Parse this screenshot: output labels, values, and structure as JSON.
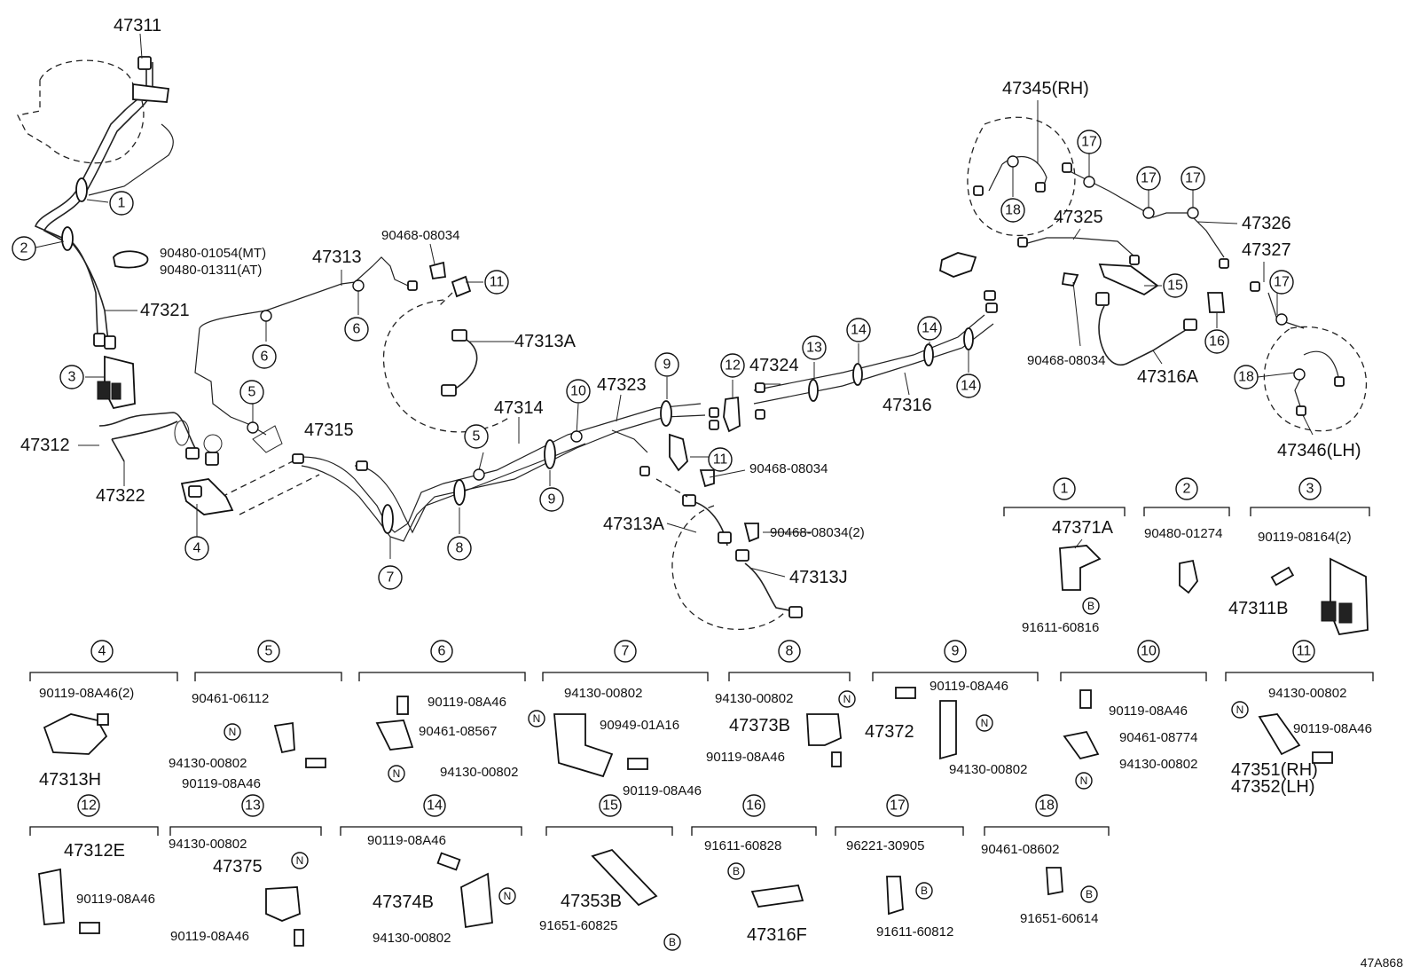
{
  "diagram_id": "47A868",
  "main_labels": {
    "l47311": "47311",
    "l47321": "47321",
    "l47312": "47312",
    "l47322": "47322",
    "l47313": "47313",
    "l47313a_top": "47313A",
    "l90468_top": "90468-08034",
    "l90480_mt": "90480-01054(MT)",
    "l90480_at": "90480-01311(AT)",
    "l47315": "47315",
    "l47314": "47314",
    "l47323": "47323",
    "l47324": "47324",
    "l47316": "47316",
    "l90468_mid": "90468-08034",
    "l47313a_mid": "47313A",
    "l90468_mid2": "90468-08034(2)",
    "l47313j": "47313J",
    "l47345": "47345(RH)",
    "l47325": "47325",
    "l47326": "47326",
    "l47327": "47327",
    "l90468_right": "90468-08034",
    "l47316a": "47316A",
    "l47346": "47346(LH)"
  },
  "callouts": {
    "c1": "1",
    "c2": "2",
    "c3": "3",
    "c4": "4",
    "c5a": "5",
    "c5b": "5",
    "c6a": "6",
    "c6b": "6",
    "c7": "7",
    "c8": "8",
    "c9a": "9",
    "c9b": "9",
    "c10": "10",
    "c11a": "11",
    "c11b": "11",
    "c12": "12",
    "c13": "13",
    "c14a": "14",
    "c14b": "14",
    "c14c": "14",
    "c15": "15",
    "c16": "16",
    "c17a": "17",
    "c17b": "17",
    "c17c": "17",
    "c17d": "17",
    "c18a": "18",
    "c18b": "18"
  },
  "groups": [
    {
      "num": "1",
      "parts": [
        "47371A",
        "91611-60816"
      ],
      "markers": [
        "B"
      ]
    },
    {
      "num": "2",
      "parts": [
        "90480-01274"
      ],
      "markers": []
    },
    {
      "num": "3",
      "parts": [
        "90119-08164(2)",
        "47311B"
      ],
      "markers": []
    },
    {
      "num": "4",
      "parts": [
        "90119-08A46(2)",
        "47313H"
      ],
      "markers": []
    },
    {
      "num": "5",
      "parts": [
        "90461-06112",
        "94130-00802",
        "90119-08A46"
      ],
      "markers": [
        "N"
      ]
    },
    {
      "num": "6",
      "parts": [
        "90119-08A46",
        "90461-08567",
        "94130-00802"
      ],
      "markers": [
        "N"
      ]
    },
    {
      "num": "7",
      "parts": [
        "94130-00802",
        "90949-01A16",
        "90119-08A46"
      ],
      "markers": [
        "N"
      ]
    },
    {
      "num": "8",
      "parts": [
        "94130-00802",
        "47373B",
        "90119-08A46"
      ],
      "markers": [
        "N"
      ]
    },
    {
      "num": "9",
      "parts": [
        "90119-08A46",
        "47372",
        "94130-00802"
      ],
      "markers": [
        "N"
      ]
    },
    {
      "num": "10",
      "parts": [
        "90119-08A46",
        "90461-08774",
        "94130-00802"
      ],
      "markers": [
        "N"
      ]
    },
    {
      "num": "11",
      "parts": [
        "94130-00802",
        "90119-08A46",
        "47351(RH)",
        "47352(LH)"
      ],
      "markers": [
        "N"
      ]
    },
    {
      "num": "12",
      "parts": [
        "47312E",
        "90119-08A46"
      ],
      "markers": []
    },
    {
      "num": "13",
      "parts": [
        "94130-00802",
        "47375",
        "90119-08A46"
      ],
      "markers": [
        "N"
      ]
    },
    {
      "num": "14",
      "parts": [
        "90119-08A46",
        "47374B",
        "94130-00802"
      ],
      "markers": [
        "N"
      ]
    },
    {
      "num": "15",
      "parts": [
        "47353B",
        "91651-60825"
      ],
      "markers": [
        "B"
      ]
    },
    {
      "num": "16",
      "parts": [
        "91611-60828",
        "47316F"
      ],
      "markers": [
        "B"
      ]
    },
    {
      "num": "17",
      "parts": [
        "96221-30905",
        "91611-60812"
      ],
      "markers": [
        "B"
      ]
    },
    {
      "num": "18",
      "parts": [
        "90461-08602",
        "91651-60614"
      ],
      "markers": [
        "B"
      ]
    }
  ]
}
